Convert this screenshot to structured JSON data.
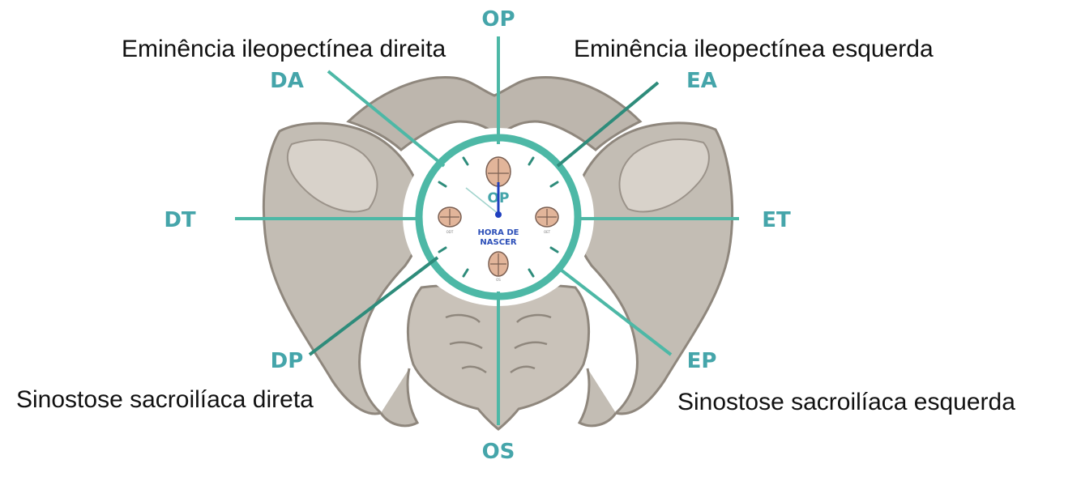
{
  "colors": {
    "teal": "#4db8a6",
    "teal_dark": "#2e8c7b",
    "label_teal": "#45a5aa",
    "bone": "#c3bdb4",
    "bone_shadow": "#8f877d",
    "bone_highlight": "#e4dfd8",
    "clock_text": "#2c4fb8",
    "hand": "#1f3fbf",
    "head": "#e2b59a",
    "text": "#111111"
  },
  "positions": {
    "op": "OP",
    "os": "OS",
    "da": "DA",
    "ea": "EA",
    "dt": "DT",
    "et": "ET",
    "dp": "DP",
    "ep": "EP"
  },
  "regions": {
    "right_iliopectineal": "Eminência ileopectínea direita",
    "left_iliopectineal": "Eminência ileopectínea esquerda",
    "right_sacroiliac": "Sinostose sacroilíaca direta",
    "left_sacroiliac": "Sinostose sacroilíaca esquerda"
  },
  "clock": {
    "center_label": "OP",
    "title_line1": "HORA DE",
    "title_line2": "NASCER",
    "head_labels": {
      "left": "ODT",
      "right": "OET",
      "bottom": "OS"
    }
  },
  "icons": {
    "pelvis": "pelvis-illustration",
    "clock": "clock-icon",
    "head": "fetal-head-icon"
  }
}
